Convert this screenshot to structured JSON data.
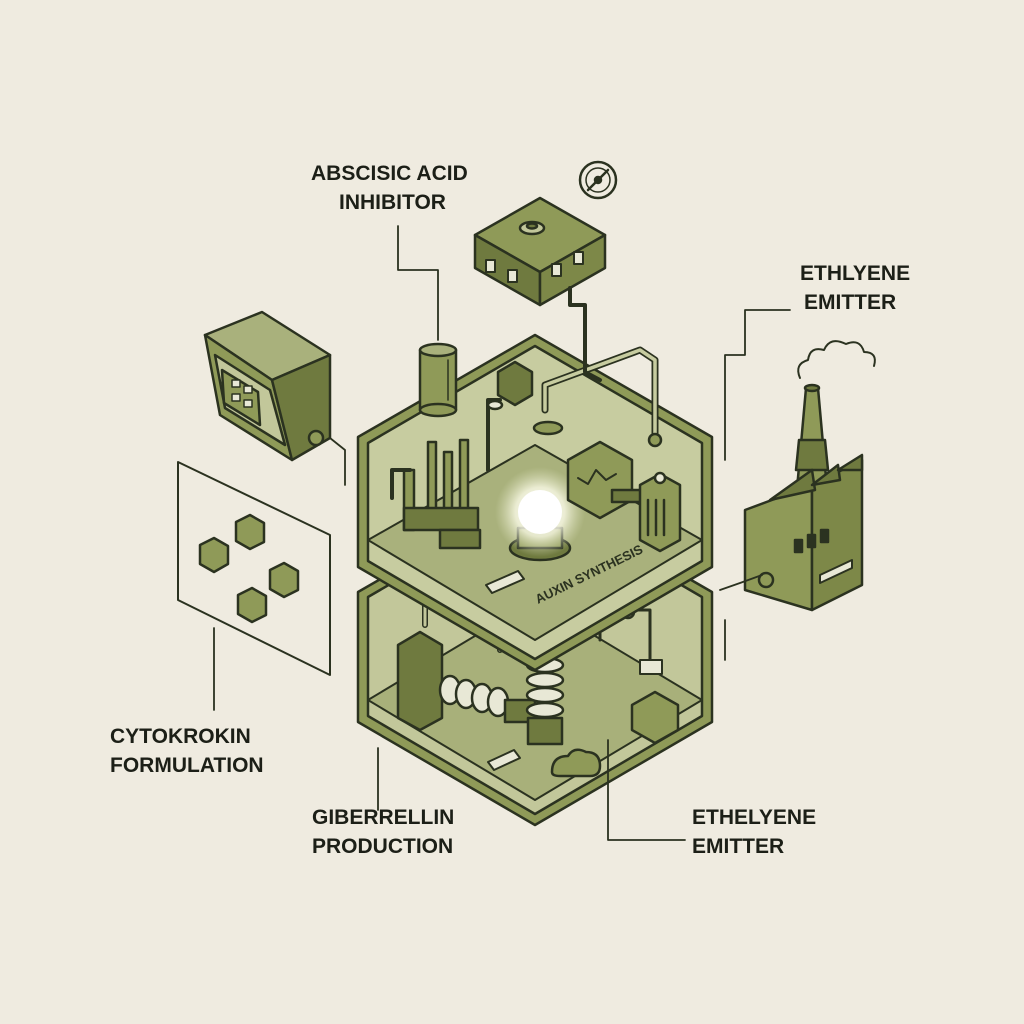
{
  "labels": {
    "abscisic": {
      "line1": "ABSCISIC ACID",
      "line2": "INHIBITOR"
    },
    "ethylene_top": {
      "line1": "ETHLYENE",
      "line2": "EMITTER"
    },
    "cytokrokin": {
      "line1": "CYTOKROKIN",
      "line2": "FORMULATION"
    },
    "giberrellin": {
      "line1": "GIBERRELLIN",
      "line2": "PRODUCTION"
    },
    "ethelyene_bottom": {
      "line1": "ETHELYENE",
      "line2": "EMITTER"
    },
    "auxin": "AUXIN SYNTHESIS"
  },
  "colors": {
    "background": "#efebe0",
    "olive": "#8f9a58",
    "olive_light": "#c2c79a",
    "olive_dark": "#6f7a3f",
    "ink": "#2b3220",
    "glow": "#ffffff"
  }
}
